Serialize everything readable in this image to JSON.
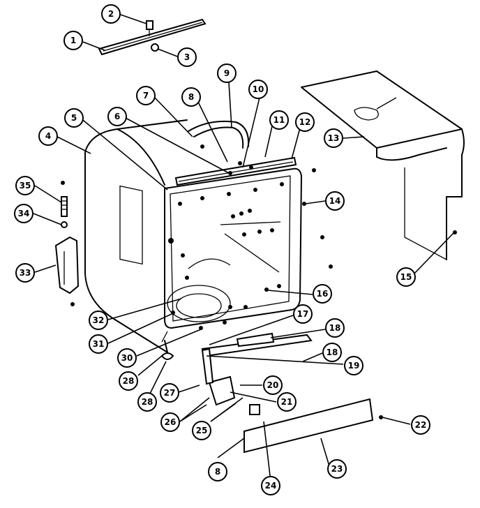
{
  "diagram": {
    "callouts": [
      {
        "id": "c1",
        "label": "1"
      },
      {
        "id": "c2",
        "label": "2"
      },
      {
        "id": "c3",
        "label": "3"
      },
      {
        "id": "c4",
        "label": "4"
      },
      {
        "id": "c5",
        "label": "5"
      },
      {
        "id": "c6",
        "label": "6"
      },
      {
        "id": "c7",
        "label": "7"
      },
      {
        "id": "c8a",
        "label": "8"
      },
      {
        "id": "c9",
        "label": "9"
      },
      {
        "id": "c10",
        "label": "10"
      },
      {
        "id": "c11",
        "label": "11"
      },
      {
        "id": "c12",
        "label": "12"
      },
      {
        "id": "c13",
        "label": "13"
      },
      {
        "id": "c14",
        "label": "14"
      },
      {
        "id": "c15",
        "label": "15"
      },
      {
        "id": "c16",
        "label": "16"
      },
      {
        "id": "c17",
        "label": "17"
      },
      {
        "id": "c18a",
        "label": "18"
      },
      {
        "id": "c18b",
        "label": "18"
      },
      {
        "id": "c19",
        "label": "19"
      },
      {
        "id": "c20",
        "label": "20"
      },
      {
        "id": "c21",
        "label": "21"
      },
      {
        "id": "c22",
        "label": "22"
      },
      {
        "id": "c23",
        "label": "23"
      },
      {
        "id": "c24",
        "label": "24"
      },
      {
        "id": "c25",
        "label": "25"
      },
      {
        "id": "c26",
        "label": "26"
      },
      {
        "id": "c27",
        "label": "27"
      },
      {
        "id": "c28a",
        "label": "28"
      },
      {
        "id": "c28b",
        "label": "28"
      },
      {
        "id": "c30",
        "label": "30"
      },
      {
        "id": "c31",
        "label": "31"
      },
      {
        "id": "c32",
        "label": "32"
      },
      {
        "id": "c33",
        "label": "33"
      },
      {
        "id": "c34",
        "label": "34"
      },
      {
        "id": "c35",
        "label": "35"
      },
      {
        "id": "c8b",
        "label": "8"
      }
    ]
  }
}
